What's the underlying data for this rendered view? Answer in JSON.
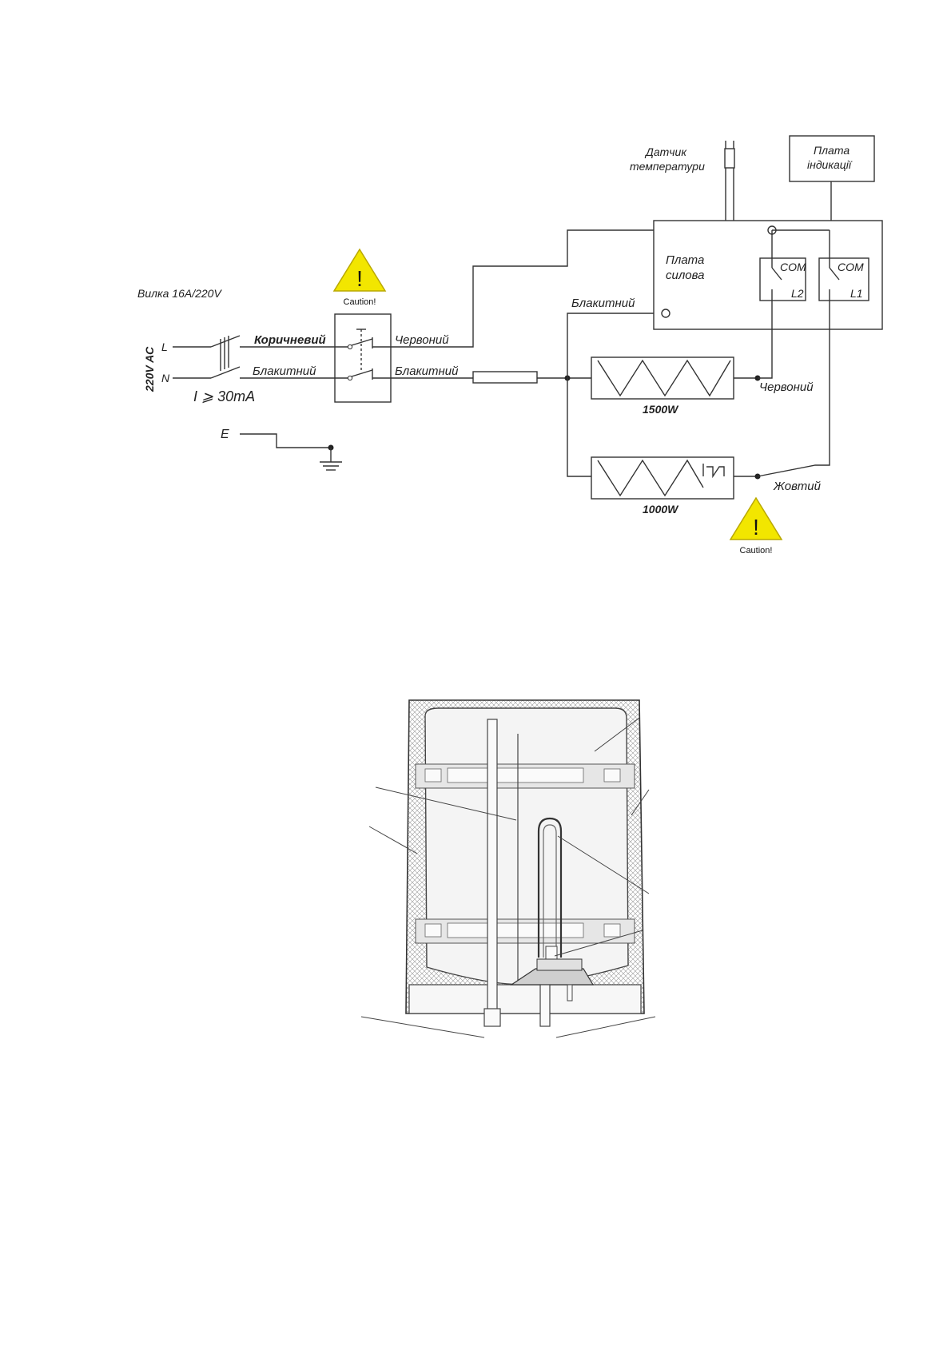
{
  "wiring": {
    "plug_label": "Вилка 16A/220V",
    "supply_label": "220V AC",
    "line_label": "L",
    "neutral_label": "N",
    "leakage_label": "I ⩾ 30mA",
    "earth_label": "E",
    "wire_brown": "Коричневий",
    "wire_blue_in": "Блакитний",
    "wire_red_out": "Червоний",
    "wire_blue_out": "Блакитний",
    "wire_blue_board": "Блакитний",
    "wire_red_heater": "Червоний",
    "wire_yellow_heater": "Жовтий",
    "sensor_label_1": "Датчик",
    "sensor_label_2": "температури",
    "display_board_1": "Плата",
    "display_board_2": "індикації",
    "power_board_1": "Плата",
    "power_board_2": "силова",
    "relay1_com": "COM",
    "relay1_out": "L2",
    "relay2_com": "COM",
    "relay2_out": "L1",
    "heater1_power": "1500W",
    "heater2_power": "1000W",
    "caution_1": "Caution!",
    "caution_2": "Caution!",
    "caution_mark": "!"
  },
  "colors": {
    "caution_fill": "#f2e600",
    "line": "#333333",
    "hatch": "#bdbdbd"
  }
}
